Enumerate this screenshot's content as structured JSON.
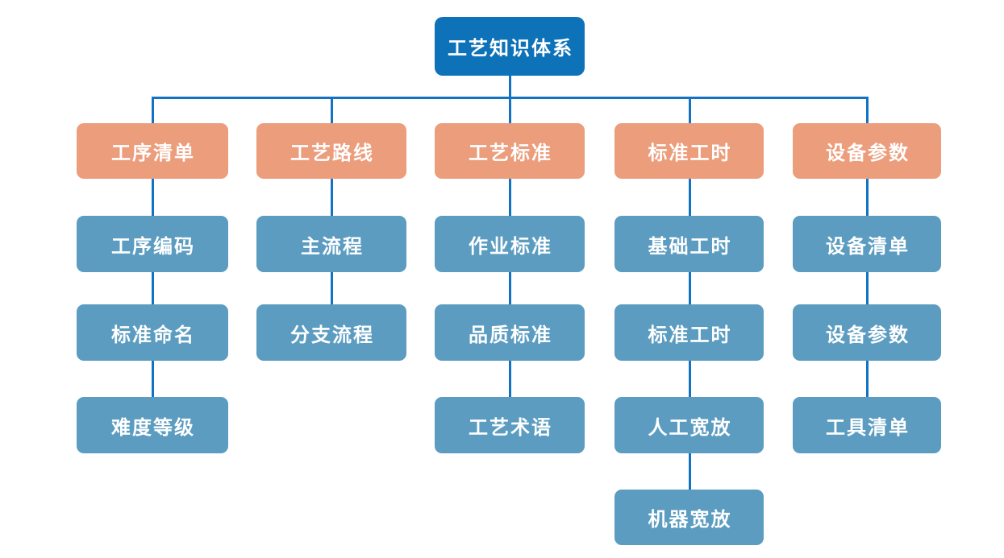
{
  "diagram": {
    "root": "工艺知识体系",
    "columns": [
      {
        "header": "工序清单",
        "children": [
          "工序编码",
          "标准命名",
          "难度等级"
        ]
      },
      {
        "header": "工艺路线",
        "children": [
          "主流程",
          "分支流程"
        ]
      },
      {
        "header": "工艺标准",
        "children": [
          "作业标准",
          "品质标准",
          "工艺术语"
        ]
      },
      {
        "header": "标准工时",
        "children": [
          "基础工时",
          "标准工时",
          "人工宽放",
          "机器宽放"
        ]
      },
      {
        "header": "设备参数",
        "children": [
          "设备清单",
          "设备参数",
          "工具清单"
        ]
      }
    ],
    "colors": {
      "root_fill": "#0e72b8",
      "branch_fill": "#eb9d7c",
      "leaf_fill": "#5b9cc0",
      "connector": "#1273c4",
      "text": "#ffffff",
      "background": "#ffffff"
    }
  }
}
